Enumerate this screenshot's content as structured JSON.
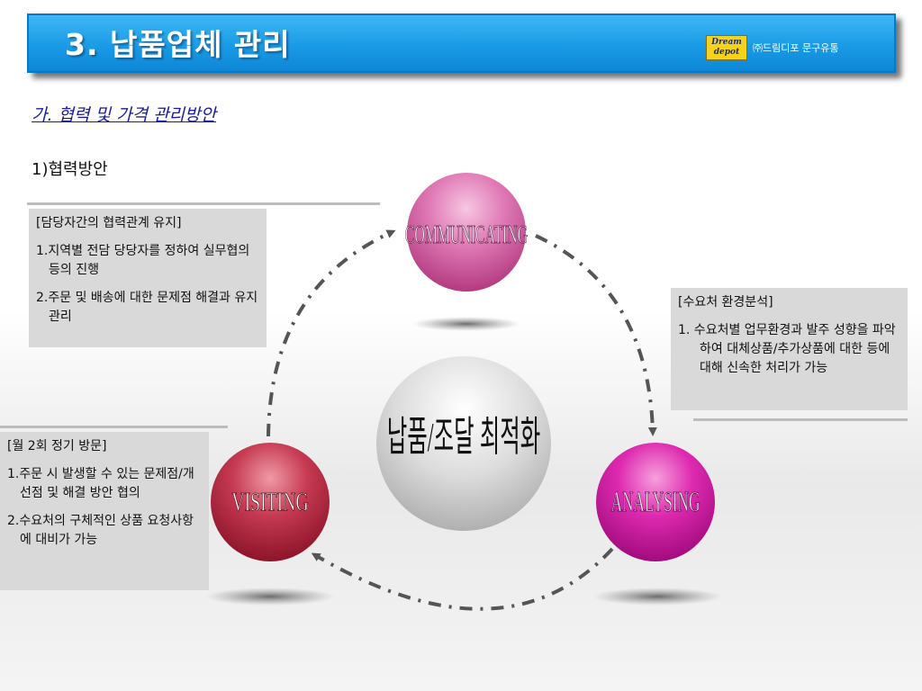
{
  "header": {
    "title": "3. 납품업체 관리",
    "logo_line1": "Dream",
    "logo_line2": "depot",
    "company": "㈜드림디포 문구유통"
  },
  "subtitle": "가. 협력 및 가격 관리방안",
  "section_label": "1)협력방안",
  "center_label": "납품/조달 최적화",
  "nodes": {
    "communicating": "COMMUNICATING",
    "visiting": "VISITING",
    "analysing": "ANALYSING"
  },
  "boxes": {
    "relationship": {
      "heading": "[담당자간의 협력관계 유지]",
      "item1": "1.지역별 전담 당당자를 정하여 실무협의 등의 진행",
      "item2": "2.주문 및 배송에 대한 문제점 해결과 유지 관리"
    },
    "visit": {
      "heading": "[월 2회 정기 방문]",
      "item1": "1.주문 시 발생할 수 있는 문제점/개선점 및 해결 방안 협의",
      "item2": "2.수요처의 구체적인 상품 요청사항에 대비가 가능"
    },
    "analysis": {
      "heading": "[수요처 환경분석]",
      "item1": "1.  수요처별 업무환경과 발주 성향을 파악하여 대체상품/추가상품에 대한 등에대해 신속한 처리가 가능"
    }
  },
  "colors": {
    "header_blue": "#1a9be6",
    "communicating": "#d6559f",
    "visiting": "#b2203c",
    "analysing": "#d012a0",
    "center": "#cfcfcf"
  }
}
